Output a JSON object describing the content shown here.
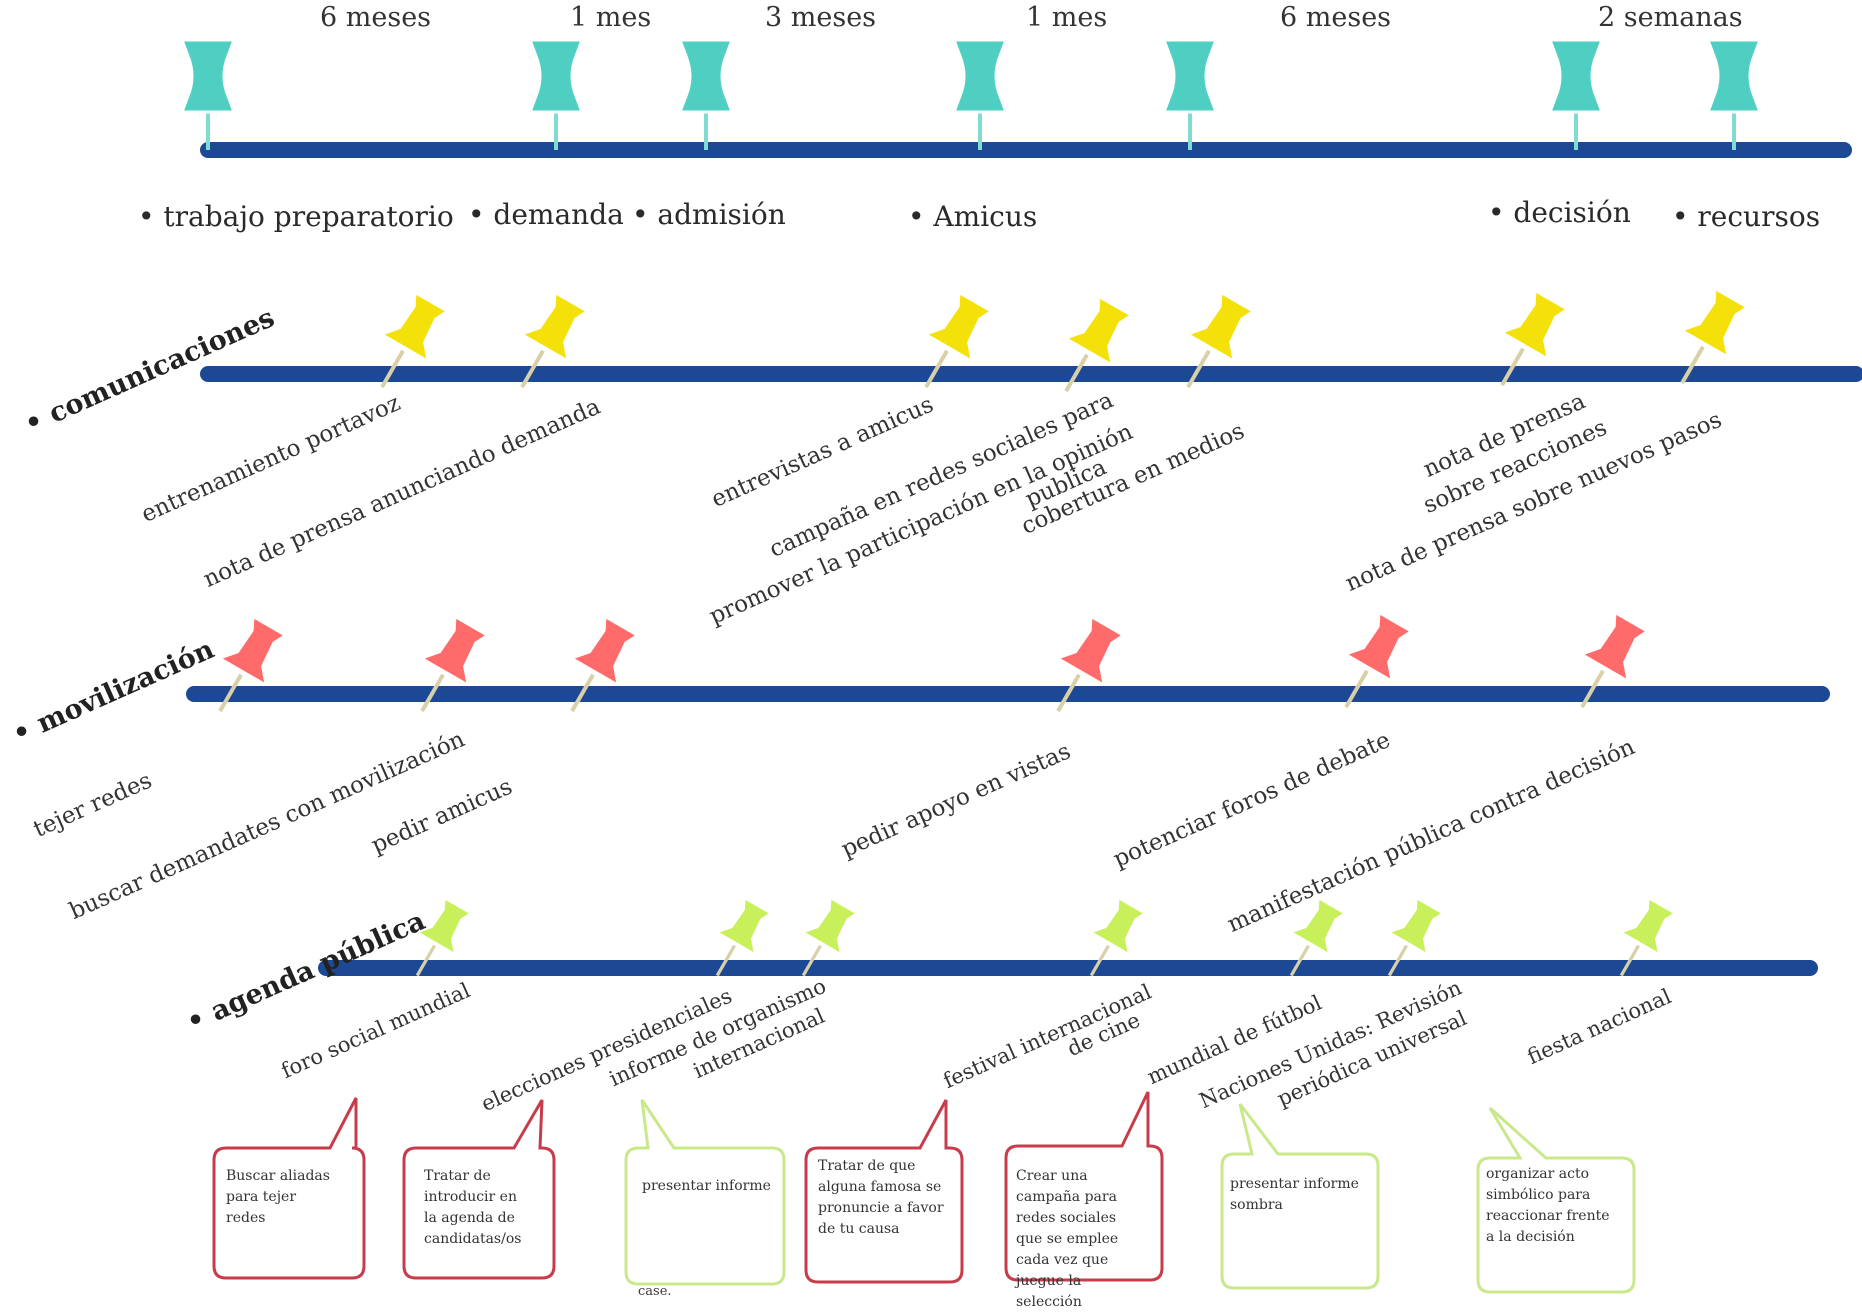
{
  "colors": {
    "axis": "#1d4894",
    "pin_timeline": "#4ecfc1",
    "pin_communications": "#f5e10a",
    "pin_mobilization": "#ff6b6b",
    "pin_agenda": "#c7f05a",
    "note_red": "#c73b4a",
    "note_green": "#c8e88a"
  },
  "icons": {
    "timeline_pin": "pushpin-icon",
    "lane_pin": "thumbtack-icon"
  },
  "timeline": {
    "durations": [
      "6 meses",
      "1 mes",
      "3 meses",
      "1 mes",
      "6 meses",
      "2 semanas"
    ],
    "phases": [
      "trabajo preparatorio",
      "demanda",
      "admisión",
      "Amicus",
      "decisión",
      "recursos"
    ]
  },
  "lanes": {
    "communications": {
      "title": "comunicaciones",
      "activities": [
        "entrenamiento portavoz",
        "nota de prensa anunciando demanda",
        "entrevistas a amicus",
        "campaña en redes sociales para",
        "promover la participación en la opinión",
        "publica",
        "cobertura en medios",
        "nota de prensa",
        "sobre reacciones",
        "nota de prensa sobre nuevos pasos"
      ]
    },
    "mobilization": {
      "title": "movilización",
      "activities": [
        "tejer redes",
        "buscar demandates con movilización",
        "pedir amicus",
        "pedir apoyo en vistas",
        "potenciar foros de debate",
        "manifestación pública contra decisión"
      ]
    },
    "agenda": {
      "title": "agenda pública",
      "events": [
        "foro social mundial",
        "elecciones presidenciales",
        "informe de organismo",
        "internacional",
        "festival internacional",
        "de cine",
        "mundial de fútbol",
        "Naciones Unidas:  Revisión",
        "periódica universal",
        "fiesta nacional"
      ]
    }
  },
  "notes": [
    {
      "color": "red",
      "text": "Buscar aliadas para tejer redes"
    },
    {
      "color": "red",
      "text": "Tratar de introducir en la agenda de candidatas/os"
    },
    {
      "color": "green",
      "text": "presentar informe"
    },
    {
      "color": "red",
      "text": "Tratar de que alguna famosa se pronuncie a favor de tu causa"
    },
    {
      "color": "red",
      "text": "Crear una campaña para redes sociales que se emplee cada vez que juegue la selección"
    },
    {
      "color": "green",
      "text": "presentar informe sombra"
    },
    {
      "color": "green",
      "text": "organizar acto simbólico para reaccionar frente a la decisión"
    }
  ],
  "stray_text": "case."
}
